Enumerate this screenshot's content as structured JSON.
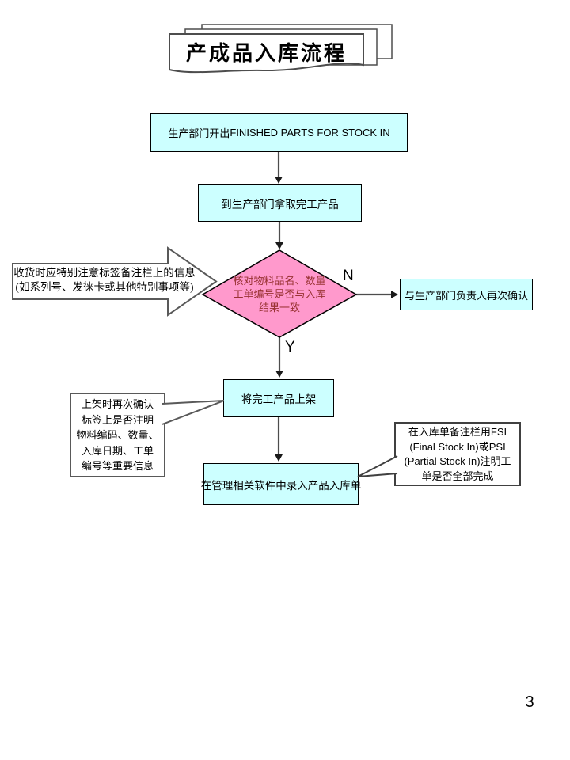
{
  "page": {
    "number": "3"
  },
  "title": {
    "text": "产成品入库流程"
  },
  "colors": {
    "process_box_fill": "#ccffff",
    "process_box_border": "#000000",
    "diamond_fill": "#ff99cc",
    "diamond_text": "#993333",
    "connector": "#4d4d4d",
    "callout_border_left": "#595959",
    "callout_border_right": "#404040",
    "banner_border": "#4d4d4d"
  },
  "flow": {
    "step1": {
      "zh": "生产部门开出",
      "en": "FINISHED PARTS FOR STOCK IN"
    },
    "step2": {
      "text": "到生产部门拿取完工产品"
    },
    "decision": {
      "lines": [
        "核对物料品名、数量",
        "工单编号是否与入库",
        "结果一致"
      ],
      "no_label": "N",
      "yes_label": "Y"
    },
    "no_action": {
      "text": "与生产部门负责人再次确认"
    },
    "step3": {
      "text": "将完工产品上架"
    },
    "step4": {
      "text": "在管理相关软件中录入产品入库单"
    }
  },
  "annotations": {
    "receiving_note": {
      "lines": [
        "收货时应特别注意标签备注栏上的信息",
        "(如系列号、发徕卡或其他特别事项等)"
      ]
    },
    "shelf_note": {
      "lines": [
        "上架时再次确认",
        "标签上是否注明",
        "物料编码、数量、",
        "入库日期、工单",
        "编号等重要信息"
      ]
    },
    "software_note": {
      "lines": [
        "在入库单备注栏用FSI",
        "(Final Stock In)或PSI",
        "(Partial Stock In)注明工",
        "单是否全部完成"
      ]
    }
  }
}
